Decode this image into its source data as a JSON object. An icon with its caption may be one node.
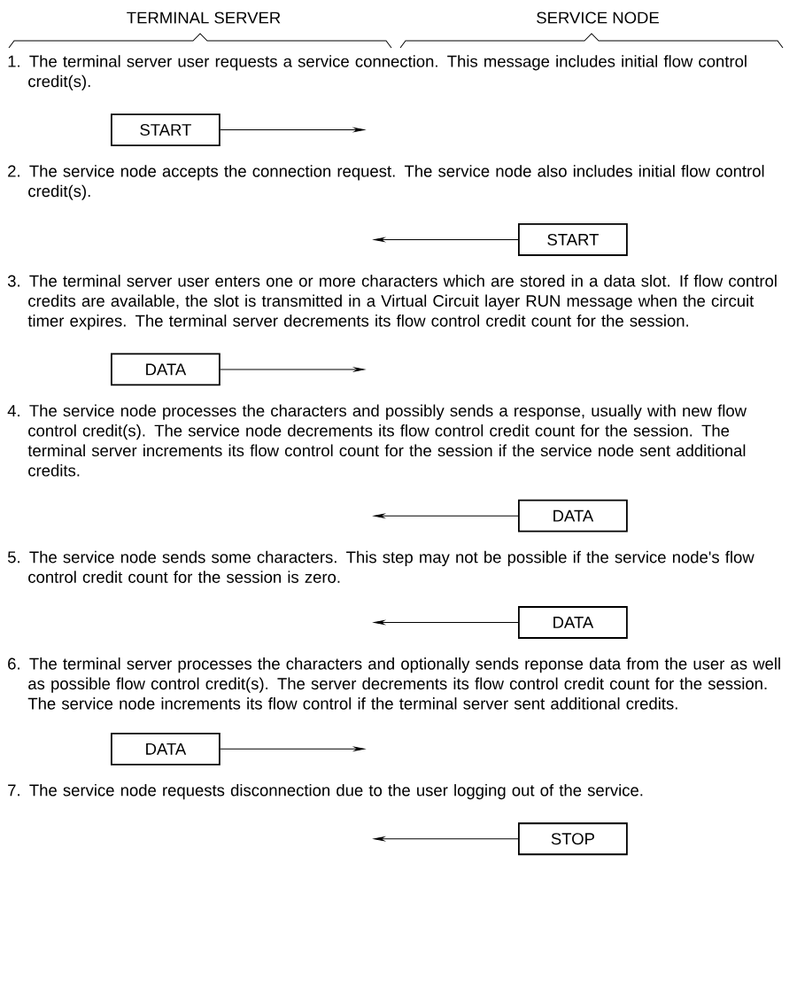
{
  "diagram": {
    "nodes": [
      {
        "text": [
          "START"
        ]
      },
      {
        "text": [
          "START"
        ]
      },
      {
        "text": [
          "DATA"
        ]
      },
      {
        "text": [
          "DATA"
        ]
      },
      {
        "text": [
          "DATA"
        ]
      },
      {
        "text": [
          "DATA"
        ]
      },
      {
        "text": [
          "STOP"
        ]
      }
    ],
    "edges": [
      {
        "from": 0,
        "to": null,
        "arrow": "to"
      },
      {
        "from": 1,
        "to": null,
        "arrow": "to"
      },
      {
        "from": 2,
        "to": null,
        "arrow": "to"
      },
      {
        "from": 3,
        "to": null,
        "arrow": "to"
      },
      {
        "from": 4,
        "to": null,
        "arrow": "to"
      },
      {
        "from": 5,
        "to": null,
        "arrow": "to"
      },
      {
        "from": 6,
        "to": null,
        "arrow": "to"
      }
    ],
    "labels": [
      "TERMINAL SERVER",
      "SERVICE NODE",
      "1. The terminal server user requests a service connection. This message includes initial flow control credit(s).",
      "2. The service node accepts the connection request. The service node also includes initial flow control credit(s).",
      "3. The terminal server user enters one or more characters which are stored in a data slot. If flow control credits are available, the slot is transmitted in a Virtual Circuit layer RUN message when the circuit timer expires. The terminal server decrements its flow control credit count for the session.",
      "4. The service node processes the characters and possibly sends a response, usually with new flow control credit(s). The service node decrements its flow control credit count for the session. The terminal server increments its flow control count for the session if the service node sent additional credits.",
      "5. The service node sends some characters. This step may not be possible if the service node's flow control credit count for the session is zero.",
      "6. The terminal server processes the characters and optionally sends reponse data from the user as well as possible flow control credit(s). The server decrements its flow control credit count for the session. The service node increments its flow control if the terminal server sent additional credits.",
      "7. The service node requests disconnection due to the user logging out of the service."
    ]
  }
}
